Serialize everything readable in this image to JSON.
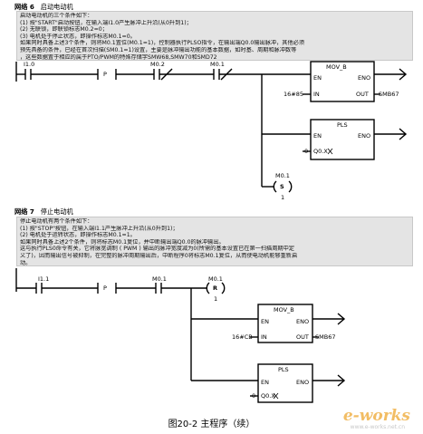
{
  "network6": {
    "label": "网络 6",
    "title": "启动电动机",
    "comment": [
      "启动电动机的三个条件如下：",
      "  (1) 按\"START\"启动按钮，在输入端I1.0产生脉冲上升沿(从0升到1)；",
      "  (2) 无联锁，即联锁标志M0.2=0；",
      "  (3) 电机处于停止状态，即操作标志M0.1=0。",
      "如果同时具备上述3个条件，则将M0.1置位(M0.1=1)，控制器执行PLSO指令，在输出端Q0.0输出脉冲，其他必须",
      "预先具备的条件，已经在首次扫描(SM0.1=1)设置，主要是脉冲输出功能的基本数据，如时基、周期和脉冲数等",
      "，这些数据置于相应的属于PTO/PWM的特殊存储字SMW68,SMW70和SMD72"
    ],
    "contacts": [
      "I1.0",
      "P",
      "M0.2",
      "M0.1"
    ],
    "mov_box": {
      "name": "MOV_B",
      "en": "EN",
      "eno": "ENO",
      "in_value": "16#85",
      "in": "IN",
      "out": "OUT",
      "out_value": "SMB67"
    },
    "pls_box": {
      "name": "PLS",
      "en": "EN",
      "eno": "ENO",
      "q_value": "0",
      "q": "Q0.X"
    },
    "coil": {
      "address": "M0.1",
      "type": "S",
      "count": "1"
    }
  },
  "network7": {
    "label": "网络 7",
    "title": "停止电动机",
    "comment": [
      "停止电动机有两个条件如下：",
      "  (1) 按\"STOP\"按钮，在输入端I1.1产生脉冲上升沿(从0升到1)；",
      "  (2) 电机处于运转状态，即操作标志M0.1=1。",
      "如果同时具备上述2个条件，则将标志M0.1复位，并中断输出端Q0.0的脉冲输出。",
      "这与执行PLS0命令有关，它将脉宽调制 ( PWM ) 输出的脉冲宽度减为0(所需的基本设置已在第一扫描周期中定",
      "义了)，因而输出信号被抑制，在完整的脉冲周期输出后，中断程序0将标志M0.1复位，从而使电动机能够重新启",
      "动。"
    ],
    "contacts": [
      "I1.1",
      "P",
      "M0.1"
    ],
    "coil": {
      "address": "M0.1",
      "type": "R",
      "count": "1"
    },
    "mov_box": {
      "name": "MOV_B",
      "en": "EN",
      "eno": "ENO",
      "in_value": "16#CB",
      "in": "IN",
      "out": "OUT",
      "out_value": "SMB67"
    },
    "pls_box": {
      "name": "PLS",
      "en": "EN",
      "eno": "ENO",
      "q_value": "0",
      "q": "Q0.X"
    }
  },
  "caption": "图20-2   主程序（续）",
  "watermark": "e-works",
  "watermark_url": "www.e-works.net.cn",
  "colors": {
    "ink": "#000000",
    "comment_bg": "#e4e4e4",
    "watermark": "#f0b24a"
  }
}
